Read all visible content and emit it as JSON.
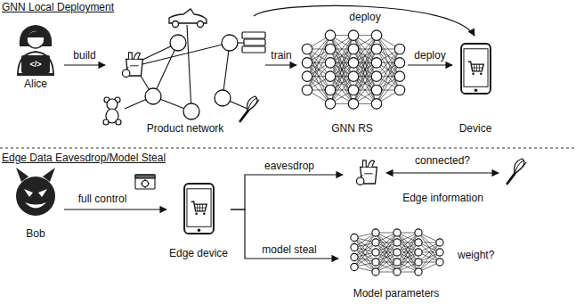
{
  "diagram": {
    "nodes": [
      {
        "text": [
          "Alice"
        ]
      },
      {
        "text": [
          "Product network"
        ]
      },
      {
        "text": [
          "GNN RS"
        ]
      },
      {
        "text": [
          "Device"
        ]
      },
      {
        "text": [
          "Bob"
        ]
      },
      {
        "text": [
          "Edge device"
        ]
      },
      {
        "text": [
          "Edge information"
        ]
      },
      {
        "text": [
          "Model parameters"
        ]
      }
    ],
    "edges": [
      {
        "from": 0,
        "to": 1,
        "label": "build",
        "arrow": "to"
      },
      {
        "from": 1,
        "to": 2,
        "label": "train",
        "arrow": "to"
      },
      {
        "from": 2,
        "to": 3,
        "label": "deploy",
        "arrow": "to"
      },
      {
        "from": 1,
        "to": 3,
        "label": "deploy",
        "arrow": "to"
      },
      {
        "from": 4,
        "to": 5,
        "label": "full control",
        "arrow": "to"
      },
      {
        "from": 5,
        "to": 6,
        "label": "eavesdrop",
        "arrow": "to"
      },
      {
        "from": 5,
        "to": 7,
        "label": "model steal",
        "arrow": "to"
      }
    ],
    "labels": [
      "GNN Local Deployment",
      "Edge Data Eavesdrop/Model Steal",
      "</>",
      "connected?",
      "weight?"
    ]
  }
}
